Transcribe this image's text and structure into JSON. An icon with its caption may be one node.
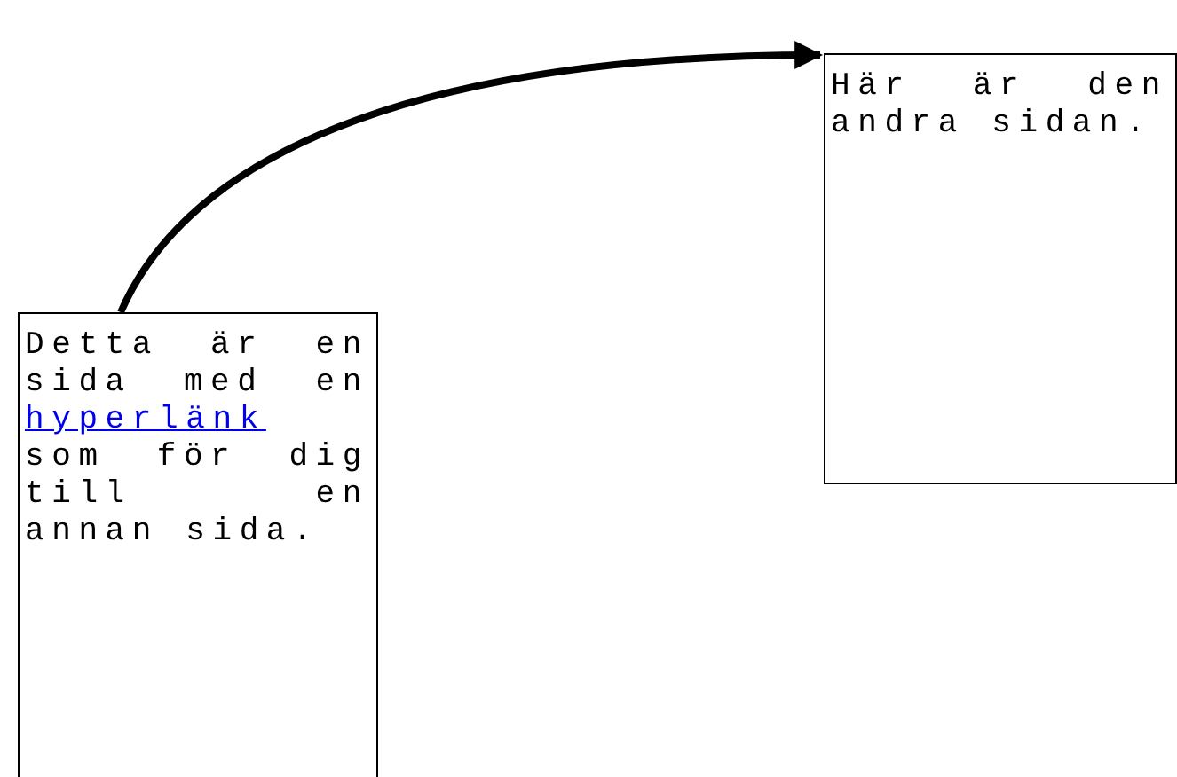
{
  "diagram": {
    "nodes": [
      {
        "text": [
          "Detta är en sida med en",
          "hyperlänk",
          "som för dig till en annan sida."
        ]
      },
      {
        "text": [
          "Här är den andra sidan."
        ]
      }
    ],
    "edges": [
      {
        "from": 0,
        "to": 1,
        "arrow": "to"
      }
    ]
  }
}
